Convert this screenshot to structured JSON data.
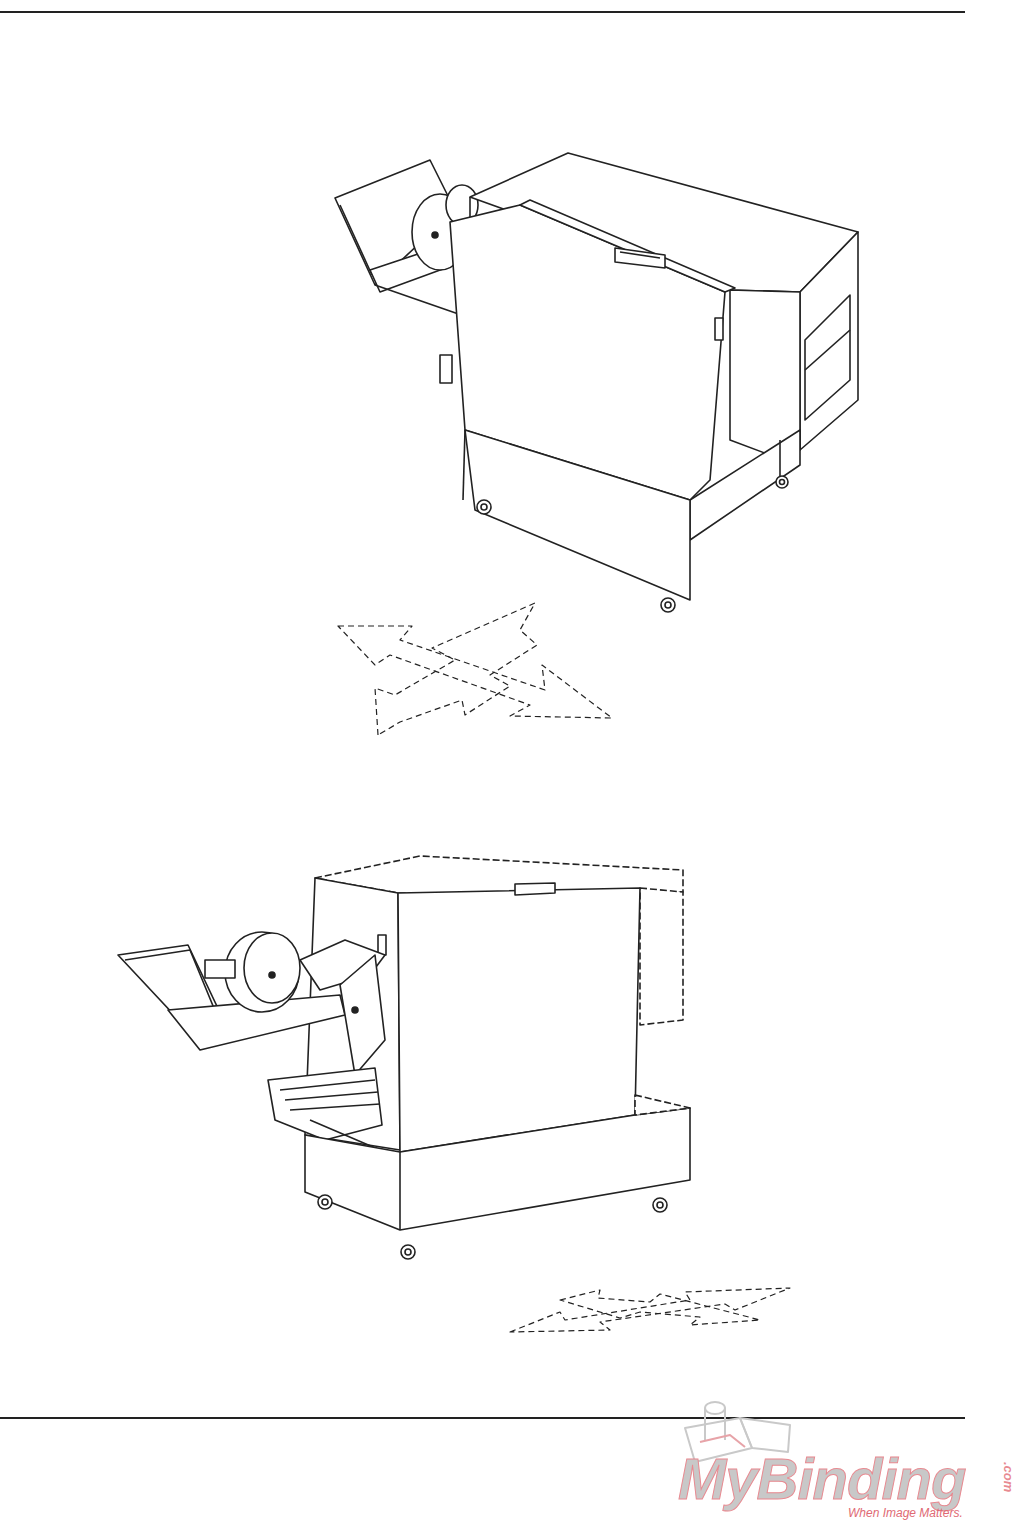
{
  "diagram": {
    "labels": [
      "MyBinding",
      ".com",
      "When Image Matters."
    ]
  }
}
